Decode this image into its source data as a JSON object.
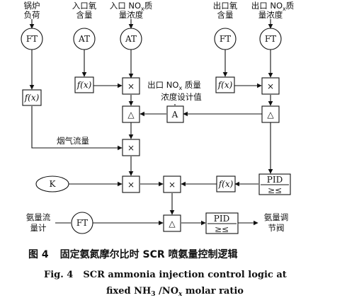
{
  "labels": {
    "boiler_load": [
      "锅炉",
      "负荷"
    ],
    "inlet_o2": [
      "入口氧",
      "含量"
    ],
    "inlet_nox": [
      "入口 NO",
      "x",
      "质",
      "量浓度"
    ],
    "outlet_o2": [
      "出口氧",
      "含量"
    ],
    "outlet_nox": [
      "出口 NO",
      "x",
      "质",
      "量浓度"
    ],
    "setpoint": [
      "出口 NO",
      "x",
      " 质量",
      "浓度设计值"
    ],
    "flue_gas_flow": "烟气流量",
    "ammonia_flow_meter": [
      "氨量流",
      "量计"
    ],
    "ammonia_valve": [
      "氨量调",
      "节阀"
    ]
  },
  "blocks": {
    "ft": "FT",
    "at": "AT",
    "fx": "f(x)",
    "mul": "×",
    "delta": "△",
    "a": "A",
    "k": "K",
    "pid": "PID",
    "pid_sub": "≥≤"
  },
  "caption": {
    "cn_num": "图 4",
    "cn_text": "固定氨氮摩尔比时 SCR 喷氨量控制逻辑",
    "en_num": "Fig. 4",
    "en_line1": "SCR ammonia injection control logic at",
    "en_line2_a": "fixed NH",
    "en_line2_sub1": "3",
    "en_line2_b": " /NO",
    "en_line2_sub2": "x",
    "en_line2_c": " molar ratio"
  }
}
